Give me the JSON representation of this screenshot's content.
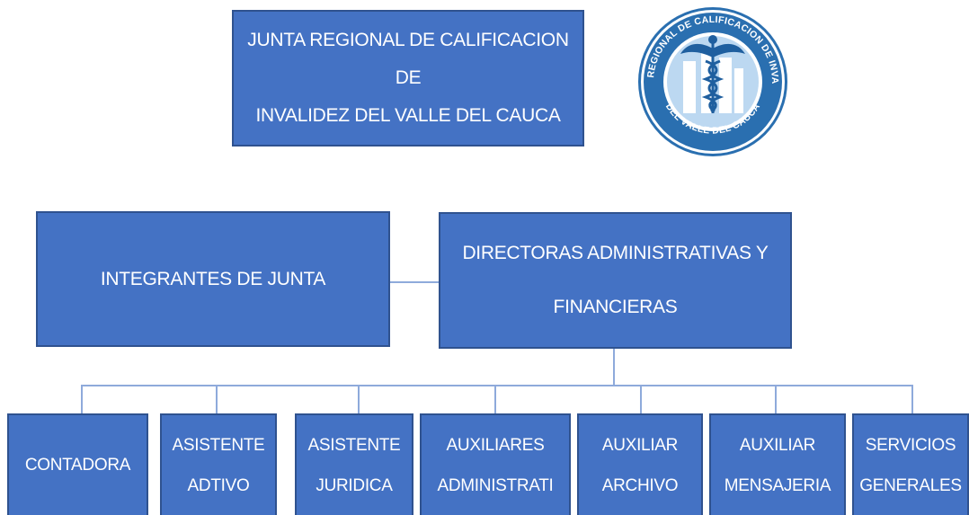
{
  "header": {
    "title_line1": "JUNTA REGIONAL DE CALIFICACION DE",
    "title_line2": "INVALIDEZ DEL VALLE DEL CAUCA"
  },
  "logo": {
    "text_top": "JUNTA REGIONAL DE CALIFICACION DE INVALIDEZ",
    "text_bottom": "DEL VALLE DEL CAUCA",
    "icon": "caduceus-icon"
  },
  "level2": {
    "left": "INTEGRANTES DE JUNTA",
    "right_line1": "DIRECTORAS ADMINISTRATIVAS Y",
    "right_line2": "FINANCIERAS"
  },
  "staff": [
    {
      "line1": "CONTADORA",
      "line2": ""
    },
    {
      "line1": "ASISTENTE",
      "line2": "ADTIVO"
    },
    {
      "line1": "ASISTENTE",
      "line2": "JURIDICA"
    },
    {
      "line1": "AUXILIARES",
      "line2": "ADMINISTRATI"
    },
    {
      "line1": "AUXILIAR",
      "line2": "ARCHIVO"
    },
    {
      "line1": "AUXILIAR",
      "line2": "MENSAJERIA"
    },
    {
      "line1": "SERVICIOS",
      "line2": "GENERALES"
    }
  ],
  "colors": {
    "box_fill": "#4472c4",
    "box_border": "#2f528f",
    "connector": "#8eaadb",
    "logo_light": "#bcd8f1",
    "logo_ring": "#2a6fb0"
  }
}
